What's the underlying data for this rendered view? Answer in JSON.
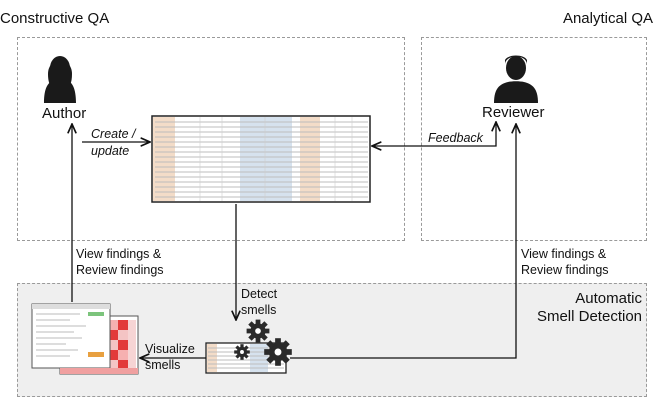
{
  "zones": {
    "constructive_title": "Constructive QA",
    "analytical_title": "Analytical QA",
    "automatic_title_line1": "Automatic",
    "automatic_title_line2": "Smell Detection"
  },
  "actors": {
    "author": "Author",
    "reviewer": "Reviewer"
  },
  "edges": {
    "create_update_line1": "Create /",
    "create_update_line2": "update",
    "feedback": "Feedback",
    "view_findings_left_line1": "View findings &",
    "view_findings_left_line2": "Review findings",
    "view_findings_right_line1": "View findings &",
    "view_findings_right_line2": "Review findings",
    "detect_smells_line1": "Detect",
    "detect_smells_line2": "smells",
    "visualize_smells_line1": "Visualize",
    "visualize_smells_line2": "smells"
  },
  "colors": {
    "zone_border": "#9a9a9a",
    "automatic_zone_fill": "#efefef",
    "person_silhouette": "#1a1a1a",
    "gear": "#2a2a2a",
    "heatmap_red": "#e23a3a"
  },
  "icons": {
    "author": "person-silhouette-female",
    "reviewer": "person-silhouette-male",
    "gear": "gear-icon",
    "spreadsheet": "spreadsheet-thumbnail",
    "report": "findings-report-thumbnail"
  }
}
